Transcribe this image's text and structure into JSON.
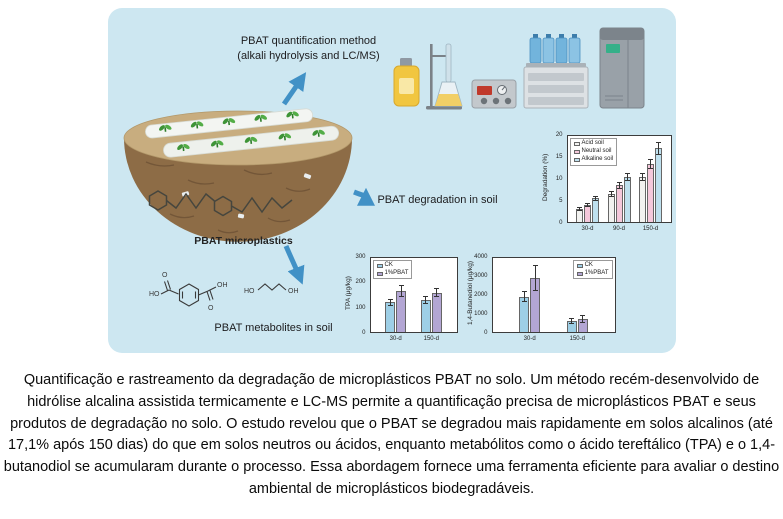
{
  "figure": {
    "bg_color": "#cde7f1",
    "arrow_color": "#4191c6",
    "labels": {
      "quant_line1": "PBAT quantification method",
      "quant_line2": "(alkali hydrolysis and LC/MS)",
      "degradation": "PBAT degradation in soil",
      "microplastics": "PBAT microplastics",
      "metabolites": "PBAT metabolites in soil"
    },
    "chem_labels": {
      "tpa_ho": "HO",
      "tpa_o_top": "O",
      "tpa_o_bottom": "O",
      "tpa_oh": "OH",
      "bdo_ho": "HO",
      "bdo_oh": "OH"
    }
  },
  "caption": {
    "text": "Quantificação e rastreamento da degradação de microplásticos PBAT no solo. Um método recém-desenvolvido de hidrólise alcalina assistida termicamente e LC-MS permite a quantificação precisa de microplásticos PBAT e seus produtos de degradação no solo. O estudo revelou que o PBAT se degradou mais rapidamente em solos alcalinos (até 17,1% após 150 dias) do que em solos neutros ou ácidos, enquanto metabólitos como o ácido tereftálico (TPA) e o 1,4-butanodiol se acumularam durante o processo. Essa abordagem fornece uma ferramenta eficiente para avaliar o destino ambiental de microplásticos biodegradáveis."
  },
  "chart_data": [
    {
      "id": "degradation",
      "type": "bar",
      "title": "",
      "ylabel": "Degradation (%)",
      "ylim": [
        0,
        20
      ],
      "yticks": [
        0,
        5,
        10,
        15,
        20
      ],
      "categories": [
        "30-d",
        "90-d",
        "150-d"
      ],
      "series": [
        {
          "name": "Acid soil",
          "color": "#f2f2f0",
          "values": [
            3,
            6.5,
            10.5
          ],
          "errors": [
            0.4,
            0.7,
            1.0
          ]
        },
        {
          "name": "Neutral soil",
          "color": "#f5c8db",
          "values": [
            4,
            8.5,
            13.5
          ],
          "errors": [
            0.5,
            0.8,
            1.2
          ]
        },
        {
          "name": "Alkaline soil",
          "color": "#bfe0ee",
          "values": [
            5.5,
            10.5,
            17.1
          ],
          "errors": [
            0.6,
            1.0,
            1.5
          ]
        }
      ],
      "legend_position": "left",
      "grid": false
    },
    {
      "id": "tpa",
      "type": "bar",
      "title": "",
      "ylabel": "TPA (μg/kg)",
      "ylim": [
        0,
        300
      ],
      "yticks": [
        0,
        100,
        200,
        300
      ],
      "categories": [
        "30-d",
        "150-d"
      ],
      "series": [
        {
          "name": "CK",
          "color": "#9ecfe6",
          "values": [
            120,
            130
          ],
          "errors": [
            15,
            15
          ]
        },
        {
          "name": "1%PBAT",
          "color": "#b3a6d4",
          "values": [
            165,
            160
          ],
          "errors": [
            25,
            20
          ]
        }
      ],
      "legend_position": "left",
      "grid": false
    },
    {
      "id": "bdo",
      "type": "bar",
      "title": "",
      "ylabel": "1,4-Butanediol (μg/kg)",
      "ylim": [
        0,
        4000
      ],
      "yticks": [
        0,
        1000,
        2000,
        3000,
        4000
      ],
      "categories": [
        "30-d",
        "150-d"
      ],
      "series": [
        {
          "name": "CK",
          "color": "#9ecfe6",
          "values": [
            1900,
            600
          ],
          "errors": [
            300,
            150
          ]
        },
        {
          "name": "1%PBAT",
          "color": "#b3a6d4",
          "values": [
            2900,
            700
          ],
          "errors": [
            700,
            200
          ]
        }
      ],
      "legend_position": "right",
      "grid": false
    }
  ]
}
